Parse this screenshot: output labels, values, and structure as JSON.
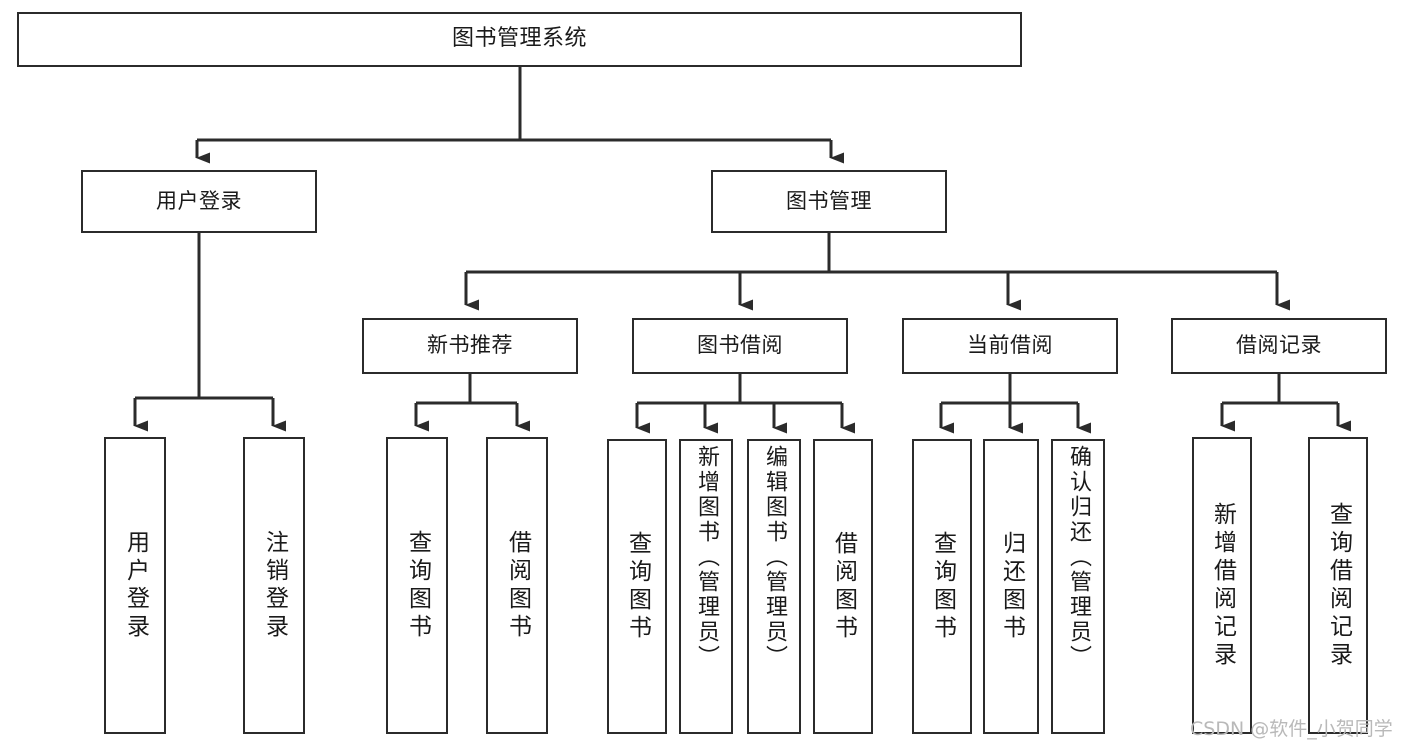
{
  "diagram": {
    "title": "图书管理系统",
    "type": "tree",
    "orientation": "top-down",
    "colors": {
      "box_border": "#2b2b2b",
      "box_fill": "#ffffff",
      "connector": "#2b2b2b",
      "text": "#1a1a1a",
      "background": "#ffffff",
      "watermark": "#b9b9b9"
    }
  },
  "nodes": {
    "root": {
      "label": "图书管理系统"
    },
    "level2": [
      {
        "id": "user-login",
        "label": "用户登录"
      },
      {
        "id": "book-management",
        "label": "图书管理"
      }
    ],
    "level3": [
      {
        "id": "new-book-recommend",
        "label": "新书推荐"
      },
      {
        "id": "book-borrow",
        "label": "图书借阅"
      },
      {
        "id": "current-borrow",
        "label": "当前借阅"
      },
      {
        "id": "borrow-record",
        "label": "借阅记录"
      }
    ],
    "leaves": [
      {
        "id": "leaf-user-login",
        "label": "用户登录",
        "parent": "user-login"
      },
      {
        "id": "leaf-user-logout",
        "label": "注销登录",
        "parent": "user-login"
      },
      {
        "id": "leaf-query-book-1",
        "label": "查询图书",
        "parent": "new-book-recommend"
      },
      {
        "id": "leaf-borrow-book-1",
        "label": "借阅图书",
        "parent": "new-book-recommend"
      },
      {
        "id": "leaf-query-book-2",
        "label": "查询图书",
        "parent": "book-borrow"
      },
      {
        "id": "leaf-add-book",
        "label": "新增图书（管理员）",
        "parent": "book-borrow"
      },
      {
        "id": "leaf-edit-book",
        "label": "编辑图书（管理员）",
        "parent": "book-borrow"
      },
      {
        "id": "leaf-borrow-book-2",
        "label": "借阅图书",
        "parent": "book-borrow"
      },
      {
        "id": "leaf-query-book-3",
        "label": "查询图书",
        "parent": "current-borrow"
      },
      {
        "id": "leaf-return-book",
        "label": "归还图书",
        "parent": "current-borrow"
      },
      {
        "id": "leaf-confirm-return",
        "label": "确认归还（管理员）",
        "parent": "current-borrow"
      },
      {
        "id": "leaf-add-record",
        "label": "新增借阅记录",
        "parent": "borrow-record"
      },
      {
        "id": "leaf-query-record",
        "label": "查询借阅记录",
        "parent": "borrow-record"
      }
    ]
  },
  "watermark": {
    "text": "CSDN @软件_小贺同学"
  }
}
